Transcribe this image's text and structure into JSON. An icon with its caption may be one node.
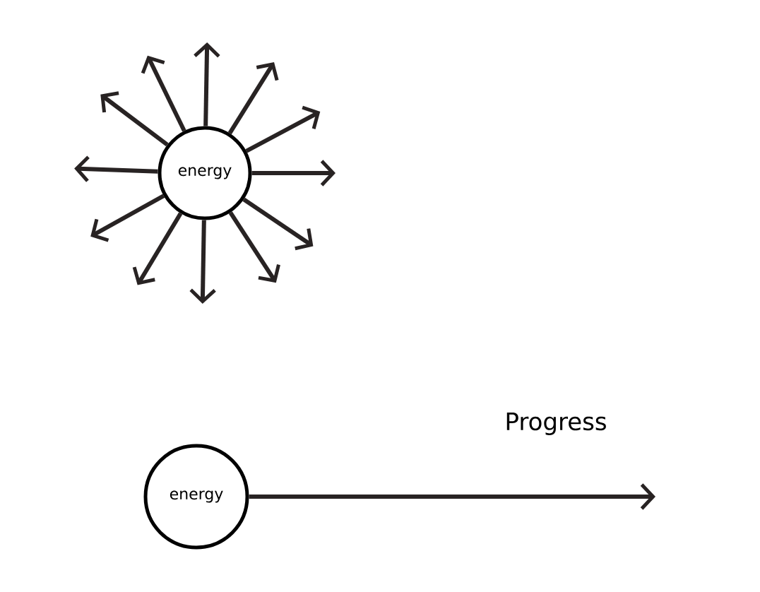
{
  "diagram": {
    "nodes": [
      {
        "text": [
          "energy"
        ]
      },
      {
        "text": [
          "energy"
        ]
      }
    ],
    "edges": [
      {
        "from": 0,
        "to": null,
        "arrow": "to"
      },
      {
        "from": 0,
        "to": null,
        "arrow": "to"
      },
      {
        "from": 0,
        "to": null,
        "arrow": "to"
      },
      {
        "from": 0,
        "to": null,
        "arrow": "to"
      },
      {
        "from": 0,
        "to": null,
        "arrow": "to"
      },
      {
        "from": 0,
        "to": null,
        "arrow": "to"
      },
      {
        "from": 0,
        "to": null,
        "arrow": "to"
      },
      {
        "from": 0,
        "to": null,
        "arrow": "to"
      },
      {
        "from": 0,
        "to": null,
        "arrow": "to"
      },
      {
        "from": 0,
        "to": null,
        "arrow": "to"
      },
      {
        "from": 0,
        "to": null,
        "arrow": "to"
      },
      {
        "from": 0,
        "to": null,
        "arrow": "to"
      },
      {
        "from": 1,
        "to": null,
        "arrow": "to",
        "label": "Progress"
      }
    ]
  }
}
